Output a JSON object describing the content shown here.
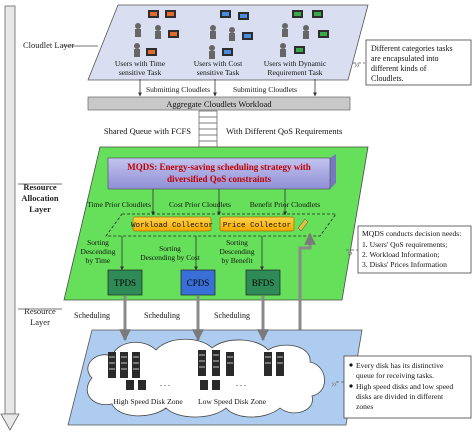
{
  "layers": {
    "cloudlet": "Cloudlet Layer",
    "allocation_line1": "Resource",
    "allocation_line2": "Allocation",
    "allocation_line3": "Layer",
    "resource_line1": "Resource",
    "resource_line2": "Layer"
  },
  "cloudlet_groups": [
    {
      "line1": "Users with Time",
      "line2": "sensitive Task"
    },
    {
      "line1": "Users with Cost",
      "line2": "sensitive Task"
    },
    {
      "line1": "Users with Dynamic",
      "line2": "Requirement Task"
    }
  ],
  "submitting": [
    "Submitting Cloudlets",
    "Submitting Cloudlets"
  ],
  "aggregate": "Aggregate Cloudlets Workload",
  "queue": {
    "left": "Shared Queue with FCFS",
    "right": "With Different QoS Requirements"
  },
  "mqds_title": {
    "line1": "MQDS: Energy-saving scheduling strategy with",
    "line2": "diversified QoS constraints"
  },
  "prior": [
    "Time Prior Cloudlets",
    "Cost Prior Cloudlets",
    "Benefit Prior Cloudlets"
  ],
  "collectors": {
    "workload": "Workload Collector",
    "price": "Price Collector"
  },
  "sorting": [
    {
      "l1": "Sorting",
      "l2": "Descending",
      "l3": "by Time"
    },
    {
      "l1": "Sorting",
      "l2": "Descending by Cost",
      "l3": ""
    },
    {
      "l1": "Sorting",
      "l2": "Descending",
      "l3": "by Benefit"
    }
  ],
  "schedulers": [
    "TPDS",
    "CPDS",
    "BFDS"
  ],
  "scheduling": [
    "Scheduling",
    "Scheduling",
    "Scheduling"
  ],
  "zones": {
    "high": "High Speed Disk Zone",
    "low": "Low Speed Disk Zone"
  },
  "ellipsis": ". . .",
  "note1": {
    "l1": "Different categories tasks",
    "l2": "are encapsulated into",
    "l3": "different kinds of",
    "l4": "Cloudlets."
  },
  "note2": {
    "title": "MQDS conducts decision needs:",
    "i1": "1. Users' QoS requirements;",
    "i2": "2. Workload Information;",
    "i3": "3. Disks' Prices Information"
  },
  "note3": {
    "b1l1": "Every disk has its distinctive",
    "b1l2": "queue for receiving tasks.",
    "b2l1": "High speed disks and low speed",
    "b2l2": "disks are divided in different",
    "b2l3": "zones"
  },
  "colors": {
    "cloudlet_bg": "#d9dff0",
    "allocation_bg": "#66e05a",
    "mqds_bg": "#a6a6e0",
    "tpds": "#2e8b57",
    "cpds": "#3a6fd8",
    "bfds": "#2e8b57",
    "collector": "#ffc000",
    "resource_bg": "#aecbf0"
  }
}
